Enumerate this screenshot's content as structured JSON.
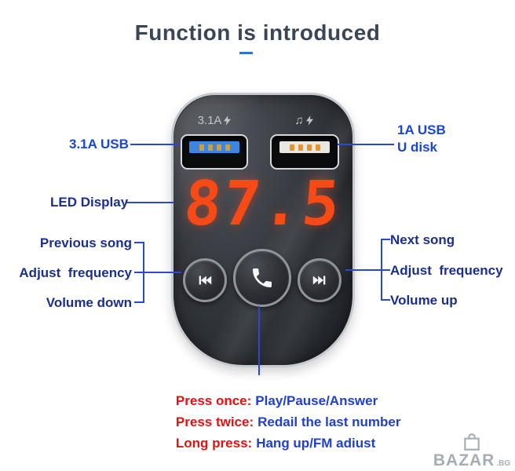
{
  "title": "Function is introduced",
  "device": {
    "left_port_caption": "3.1A",
    "right_port_caption": "♫",
    "display_value": "87.5"
  },
  "callouts": {
    "left_usb_label": "3.1A USB",
    "right_usb_label_line1": "1A USB",
    "right_usb_label_line2": "U disk",
    "led_display_label": "LED Display",
    "left_button_labels": [
      "Previous song",
      "Adjust  frequency",
      "Volume down"
    ],
    "right_button_labels": [
      "Next song",
      "Adjust  frequency",
      "Volume up"
    ]
  },
  "instructions": [
    {
      "label": "Press once:",
      "text": "Play/Pause/Answer"
    },
    {
      "label": "Press twice:",
      "text": "Redail the last number"
    },
    {
      "label": "Long press:",
      "text": "Hang up/FM adiust"
    }
  ],
  "watermark": {
    "brand": "BAZAR",
    "suffix": ".BG"
  },
  "colors": {
    "label_blue": "#1946d2",
    "label_navy": "#1b2f8e",
    "instruction_red": "#e31212",
    "instruction_blue": "#2040cf",
    "callout_line_blue": "#2a49cf",
    "led_orange": "#f84a17",
    "usb_tongue_blue": "#3e85de",
    "usb_pin_orange": "#e2952f",
    "title_color": "#3a4656"
  }
}
